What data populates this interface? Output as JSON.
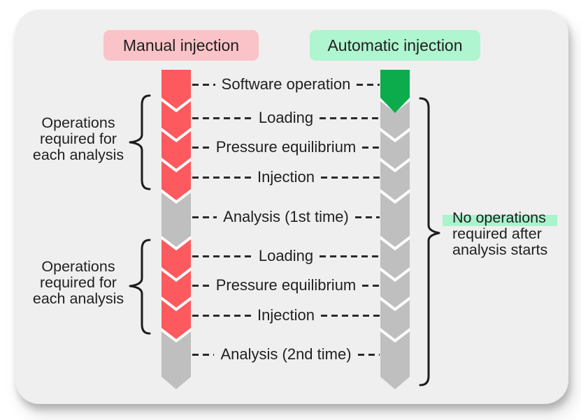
{
  "colors": {
    "red": "#fc5a5e",
    "gray": "#bfbfbf",
    "green": "#0cab4c",
    "separator": "#ffffff",
    "dash": "#2b2b2b",
    "panel_bg": "#efefef",
    "manual_badge_bg": "#fac3c7",
    "auto_badge_bg": "#aff5d0",
    "highlight": "#a9f3cd",
    "text": "#1f1f1f"
  },
  "headers": {
    "manual": "Manual injection",
    "automatic": "Automatic injection"
  },
  "steps": [
    "Software operation",
    "Loading",
    "Pressure equilibrium",
    "Injection",
    "Analysis (1st time)",
    "Loading",
    "Pressure equilibrium",
    "Injection",
    "Analysis (2nd time)"
  ],
  "columns": {
    "manual": [
      "red",
      "red",
      "red",
      "red",
      "gray",
      "red",
      "red",
      "red",
      "gray"
    ],
    "automatic": [
      "green",
      "gray",
      "gray",
      "gray",
      "gray",
      "gray",
      "gray",
      "gray",
      "gray"
    ]
  },
  "annotations": {
    "left_top": "Operations\nrequired for\neach analysis",
    "left_bottom": "Operations\nrequired for\neach analysis",
    "right": {
      "line1": "No operations",
      "line2": "required after",
      "line3": "analysis starts"
    }
  }
}
